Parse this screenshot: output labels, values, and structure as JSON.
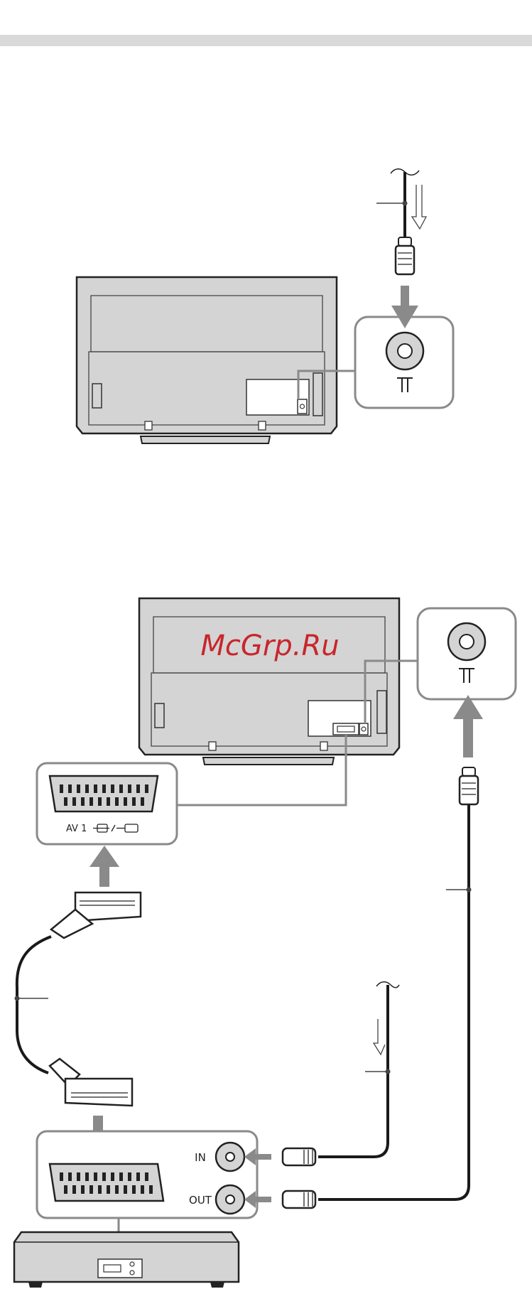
{
  "watermark": {
    "text": "McGrp.Ru",
    "color": "#c8262c"
  },
  "antenna_symbol": "antenna-terminal-icon",
  "av_panel": {
    "label": "AV 1",
    "icon": "scart-in-out-icon"
  },
  "recorder_ports": {
    "in_label": "IN",
    "out_label": "OUT"
  },
  "colors": {
    "gray_band": "#d9d9d9",
    "device_fill": "#d4d4d4",
    "outline": "#222222",
    "callout_border": "#8a8a8a",
    "arrow": "#8a8a8a",
    "cable": "#1a1a1a"
  }
}
